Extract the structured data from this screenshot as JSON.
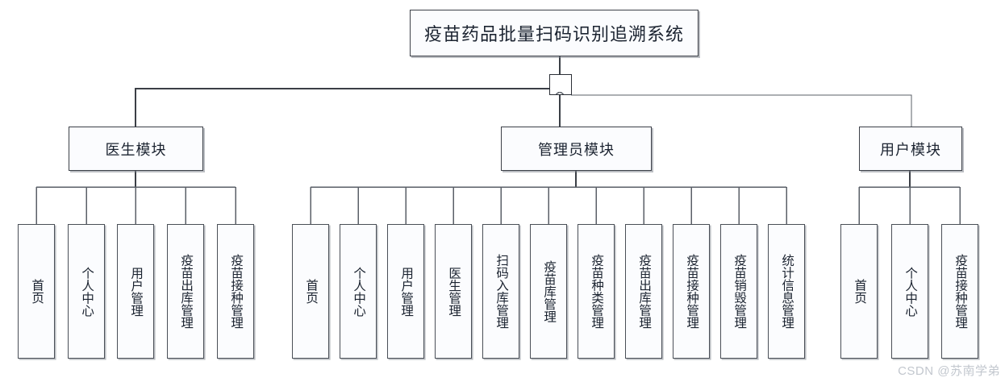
{
  "diagram": {
    "type": "tree",
    "title": "疫苗药品批量扫码识别追溯系统",
    "root": {
      "label": "疫苗药品批量扫码识别追溯系统"
    },
    "modules": [
      {
        "id": "doctor",
        "label": "医生模块",
        "leaves": [
          {
            "label": "首页"
          },
          {
            "label": "个人中心"
          },
          {
            "label": "用户管理"
          },
          {
            "label": "疫苗出库管理"
          },
          {
            "label": "疫苗接种管理"
          }
        ]
      },
      {
        "id": "admin",
        "label": "管理员模块",
        "leaves": [
          {
            "label": "首页"
          },
          {
            "label": "个人中心"
          },
          {
            "label": "用户管理"
          },
          {
            "label": "医生管理"
          },
          {
            "label": "扫码入库管理"
          },
          {
            "label": "疫苗库管理"
          },
          {
            "label": "疫苗种类管理"
          },
          {
            "label": "疫苗出库管理"
          },
          {
            "label": "疫苗接种管理"
          },
          {
            "label": "疫苗销毁管理"
          },
          {
            "label": "统计信息管理"
          }
        ]
      },
      {
        "id": "user",
        "label": "用户模块",
        "leaves": [
          {
            "label": "首页"
          },
          {
            "label": "个人中心"
          },
          {
            "label": "疫苗接种管理"
          }
        ]
      }
    ]
  },
  "watermark": {
    "text": "CSDN @苏南学弟"
  },
  "colors": {
    "box_border": "#4a4f57",
    "box_fill": "#fbfcfe",
    "line": "#3b3f46",
    "text": "#1b2330",
    "watermark": "#c2c7ce"
  }
}
